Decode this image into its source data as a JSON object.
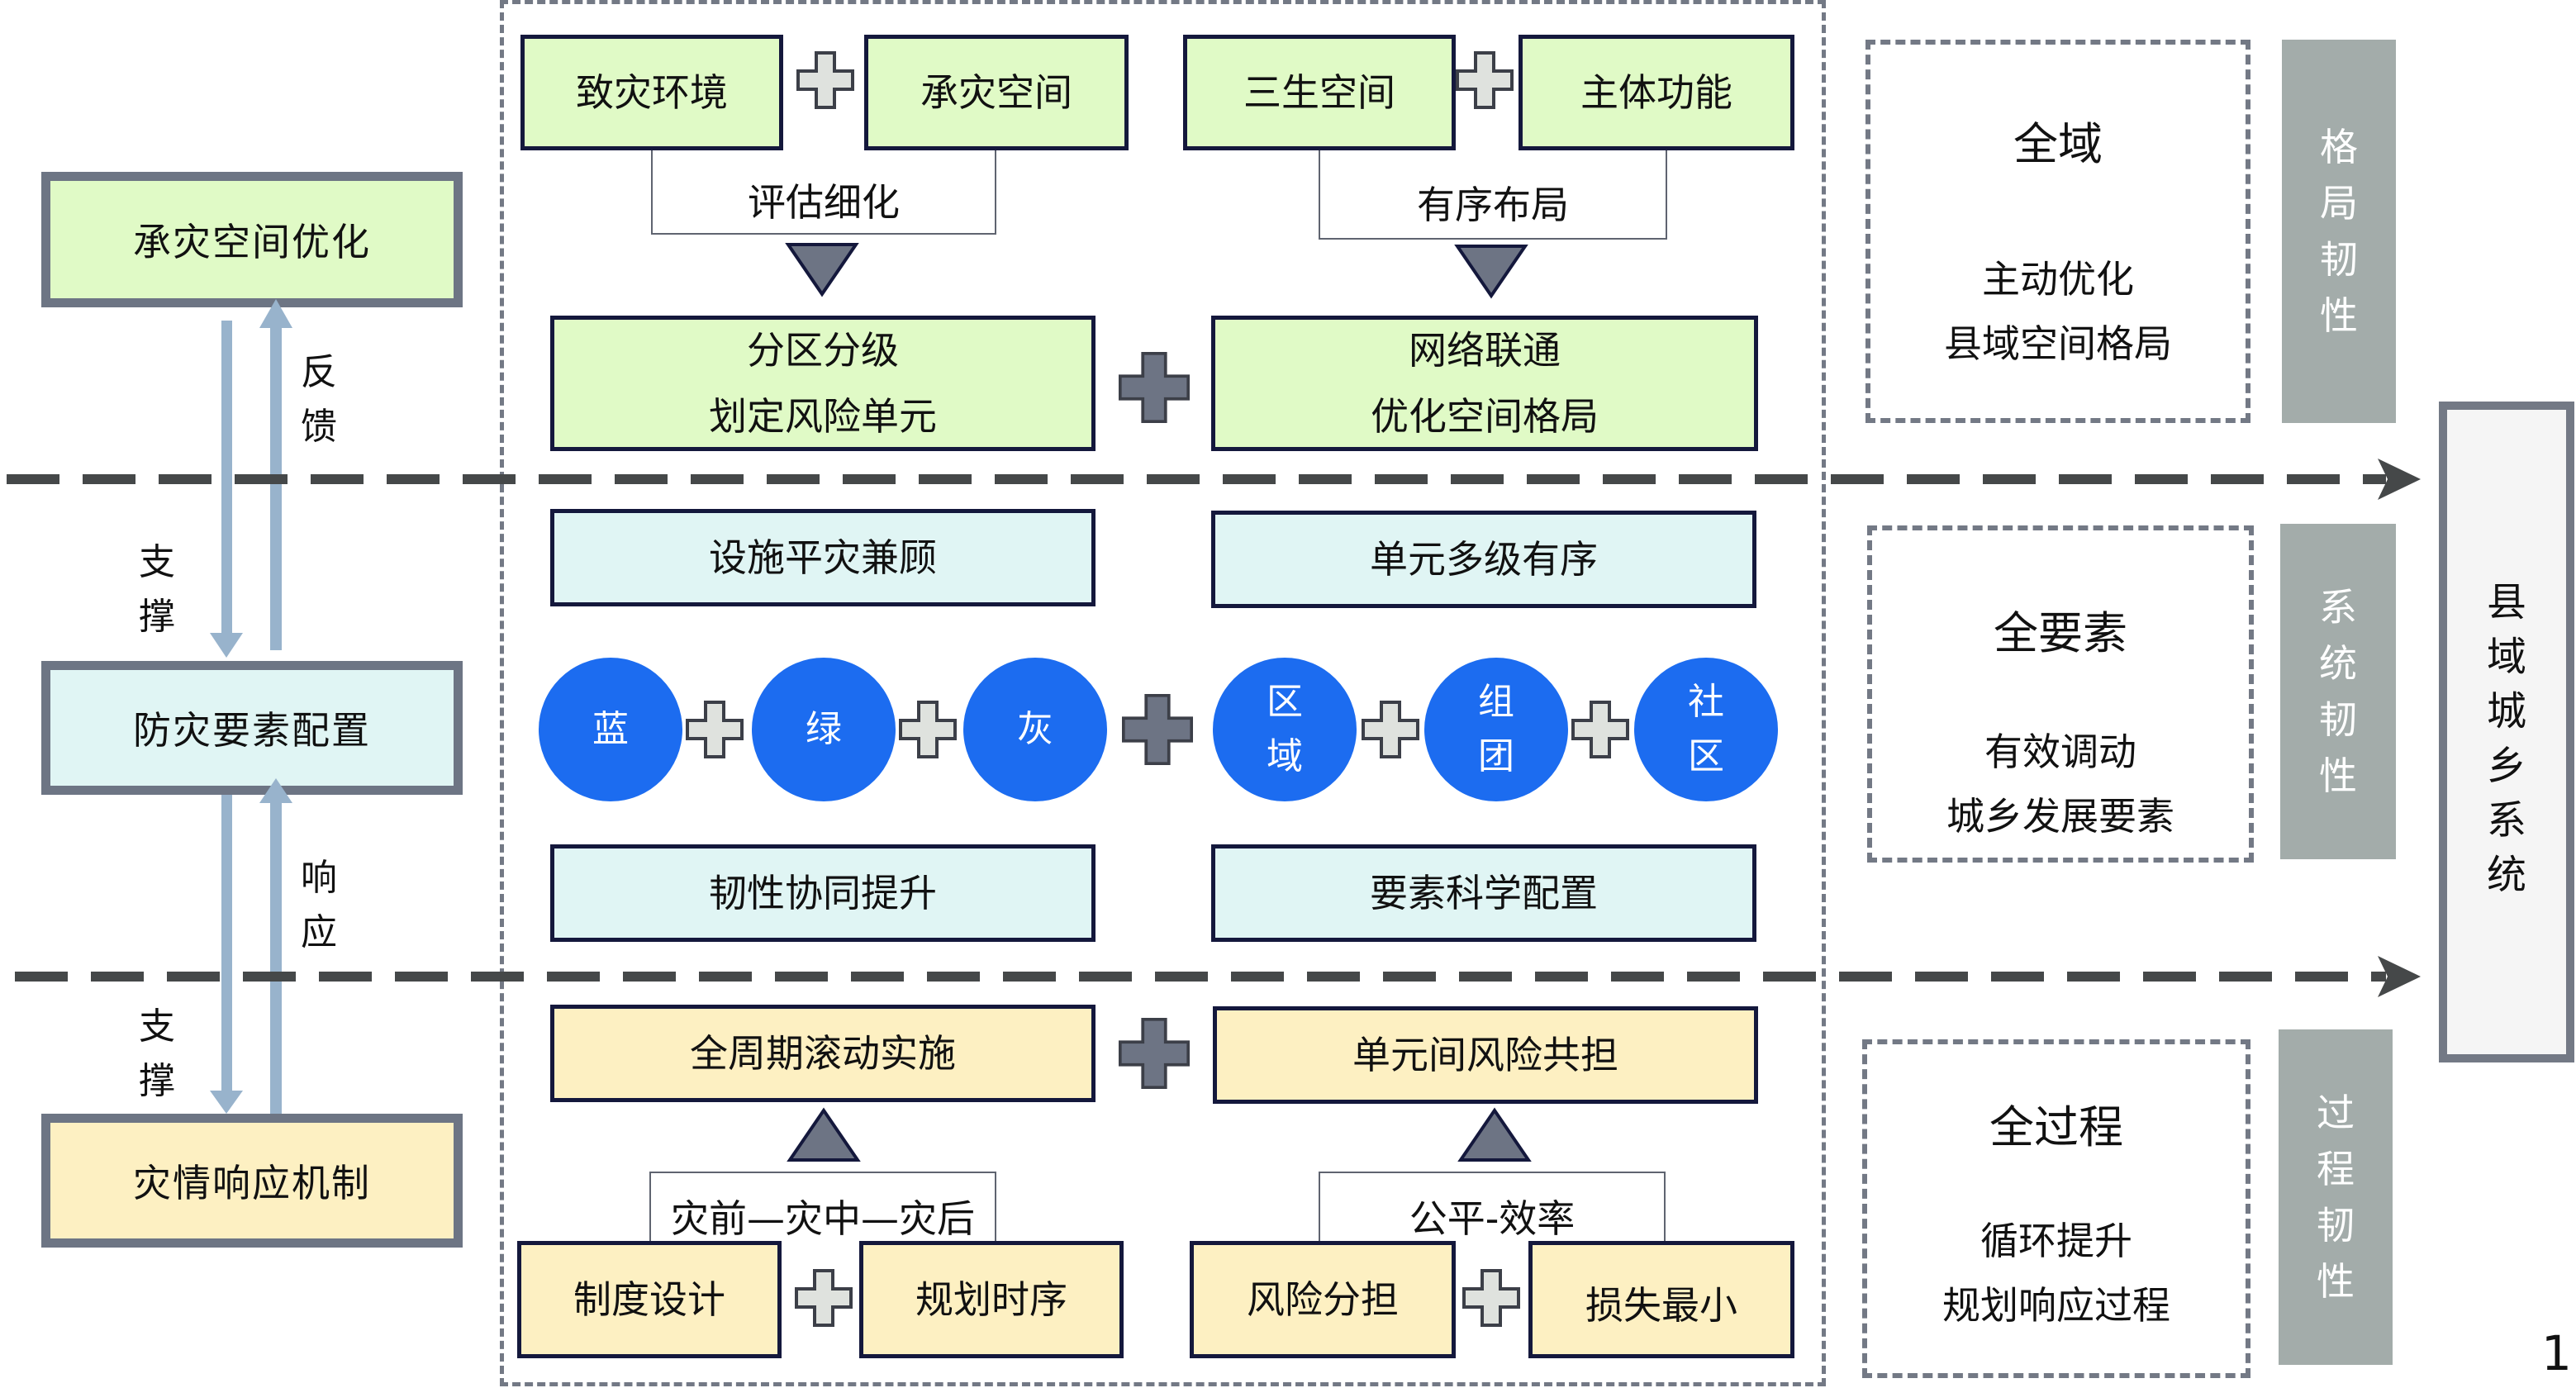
{
  "left_column": {
    "boxes": [
      {
        "label": "承灾空间优化",
        "color": "#e0fac6"
      },
      {
        "label": "防灾要素配置",
        "color": "#e0f5f4"
      },
      {
        "label": "灾情响应机制",
        "color": "#fdf0c2"
      }
    ],
    "arrow_labels": {
      "feedback": [
        "反",
        "馈"
      ],
      "support_1": [
        "支",
        "撑"
      ],
      "response": [
        "响",
        "应"
      ],
      "support_2": [
        "支",
        "撑"
      ]
    }
  },
  "center": {
    "pattern": {
      "left_inputs": [
        "致灾环境",
        "承灾空间"
      ],
      "left_bracket": "评估细化",
      "left_result": [
        "分区分级",
        "划定风险单元"
      ],
      "right_inputs": [
        "三生空间",
        "主体功能"
      ],
      "right_bracket": "有序布局",
      "right_result": [
        "网络联通",
        "优化空间格局"
      ]
    },
    "system": {
      "top_left": "设施平灾兼顾",
      "top_right": "单元多级有序",
      "circles_left": [
        "蓝",
        "绿",
        "灰"
      ],
      "circles_right": [
        [
          "区",
          "域"
        ],
        [
          "组",
          "团"
        ],
        [
          "社",
          "区"
        ]
      ],
      "bottom_left": "韧性协同提升",
      "bottom_right": "要素科学配置",
      "circle_color": "#1c6cf0"
    },
    "process": {
      "left_result": "全周期滚动实施",
      "right_result": "单元间风险共担",
      "left_bracket": "灾前—灾中—灾后",
      "right_bracket": "公平-效率",
      "left_inputs": [
        "制度设计",
        "规划时序"
      ],
      "right_inputs": [
        "风险分担",
        "损失最小"
      ]
    }
  },
  "right_column": {
    "blocks": [
      {
        "title": "全域",
        "lines": [
          "主动优化",
          "县域空间格局"
        ],
        "tag": [
          "格",
          "局",
          "韧",
          "性"
        ]
      },
      {
        "title": "全要素",
        "lines": [
          "有效调动",
          "城乡发展要素"
        ],
        "tag": [
          "系",
          "统",
          "韧",
          "性"
        ]
      },
      {
        "title": "全过程",
        "lines": [
          "循环提升",
          "规划响应过程"
        ],
        "tag": [
          "过",
          "程",
          "韧",
          "性"
        ]
      }
    ],
    "system_box": [
      "县",
      "域",
      "城",
      "乡",
      "系",
      "统"
    ],
    "tag_color": "#a3acaa"
  },
  "page_number": "1"
}
